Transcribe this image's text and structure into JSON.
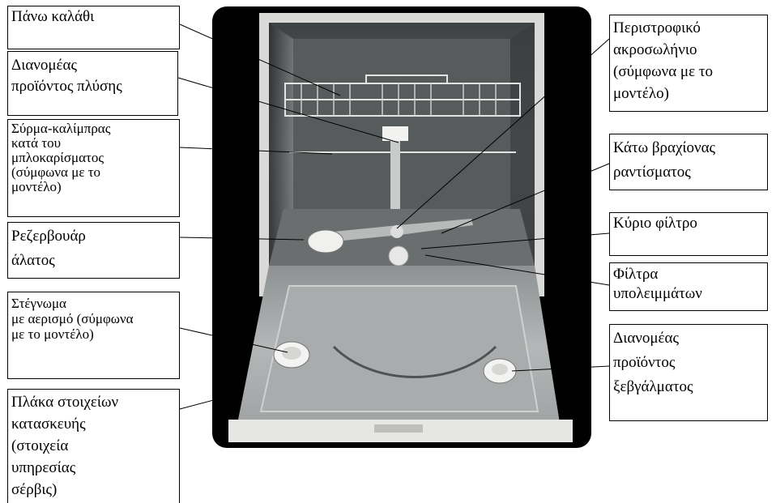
{
  "labels": {
    "upper_basket": [
      "Πάνω καλάθι"
    ],
    "detergent_dispenser": [
      "Διανομέας",
      "προϊόντος πλύσης"
    ],
    "anti_blocking_wire": [
      "Σύρμα-καλίμπρας",
      "κατά του",
      "μπλοκαρίσματος",
      "(σύμφωνα με το",
      "μοντέλο)"
    ],
    "salt_reservoir": [
      "Ρεζερβουάρ",
      "άλατος"
    ],
    "ventilated_drying": [
      "Στέγνωμα",
      "με αερισμό (σύμφωνα",
      "με το μοντέλο)"
    ],
    "rating_plate": [
      "Πλάκα στοιχείων",
      "κατασκευής",
      "(στοιχεία",
      "υπηρεσίας",
      "σέρβις)"
    ],
    "rotating_nozzle": [
      "Περιστροφικό",
      "ακροσωλήνιο",
      "(σύμφωνα με το",
      "μοντέλο)"
    ],
    "lower_spray_arm": [
      "Κάτω βραχίονας",
      "ραντίσματος"
    ],
    "main_filter": [
      "Κύριο φίλτρο"
    ],
    "residue_filters": [
      "Φίλτρα",
      "υπολειμμάτων"
    ],
    "rinse_aid_dispenser": [
      "Διανομέας",
      "προϊόντος",
      "ξεβγάλματος"
    ]
  },
  "colors": {
    "background": "#ffffff",
    "photo_backdrop": "#000000",
    "steel": "#9a9d9e",
    "tub_dark": "#5f6364",
    "frame_white": "#e6e6e4"
  }
}
